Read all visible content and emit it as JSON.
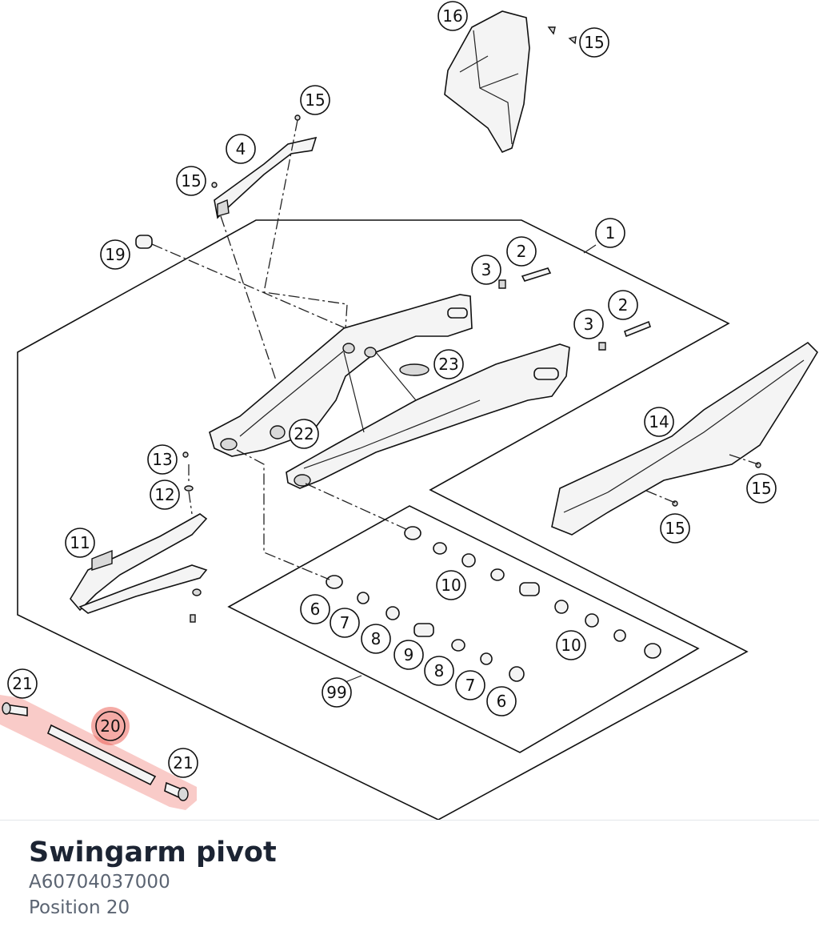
{
  "diagram": {
    "callouts": [
      {
        "id": "c16a",
        "label": "16"
      },
      {
        "id": "c15a",
        "label": "15"
      },
      {
        "id": "c15b",
        "label": "15"
      },
      {
        "id": "c4",
        "label": "4"
      },
      {
        "id": "c15c",
        "label": "15"
      },
      {
        "id": "c1",
        "label": "1"
      },
      {
        "id": "c2a",
        "label": "2"
      },
      {
        "id": "c3a",
        "label": "3"
      },
      {
        "id": "c19",
        "label": "19"
      },
      {
        "id": "c2b",
        "label": "2"
      },
      {
        "id": "c3b",
        "label": "3"
      },
      {
        "id": "c23",
        "label": "23"
      },
      {
        "id": "c14",
        "label": "14"
      },
      {
        "id": "c22",
        "label": "22"
      },
      {
        "id": "c13",
        "label": "13"
      },
      {
        "id": "c15d",
        "label": "15"
      },
      {
        "id": "c12",
        "label": "12"
      },
      {
        "id": "c15e",
        "label": "15"
      },
      {
        "id": "c11",
        "label": "11"
      },
      {
        "id": "c10a",
        "label": "10"
      },
      {
        "id": "c6a",
        "label": "6"
      },
      {
        "id": "c7a",
        "label": "7"
      },
      {
        "id": "c8a",
        "label": "8"
      },
      {
        "id": "c10b",
        "label": "10"
      },
      {
        "id": "c9",
        "label": "9"
      },
      {
        "id": "c8b",
        "label": "8"
      },
      {
        "id": "c21a",
        "label": "21"
      },
      {
        "id": "c7b",
        "label": "7"
      },
      {
        "id": "c99",
        "label": "99"
      },
      {
        "id": "c6b",
        "label": "6"
      },
      {
        "id": "c20",
        "label": "20"
      },
      {
        "id": "c21b",
        "label": "21"
      }
    ],
    "highlight_color": "#e8443a",
    "highlighted_position": "20"
  },
  "part": {
    "name": "Swingarm pivot",
    "number": "A60704037000",
    "position": "Position 20"
  }
}
